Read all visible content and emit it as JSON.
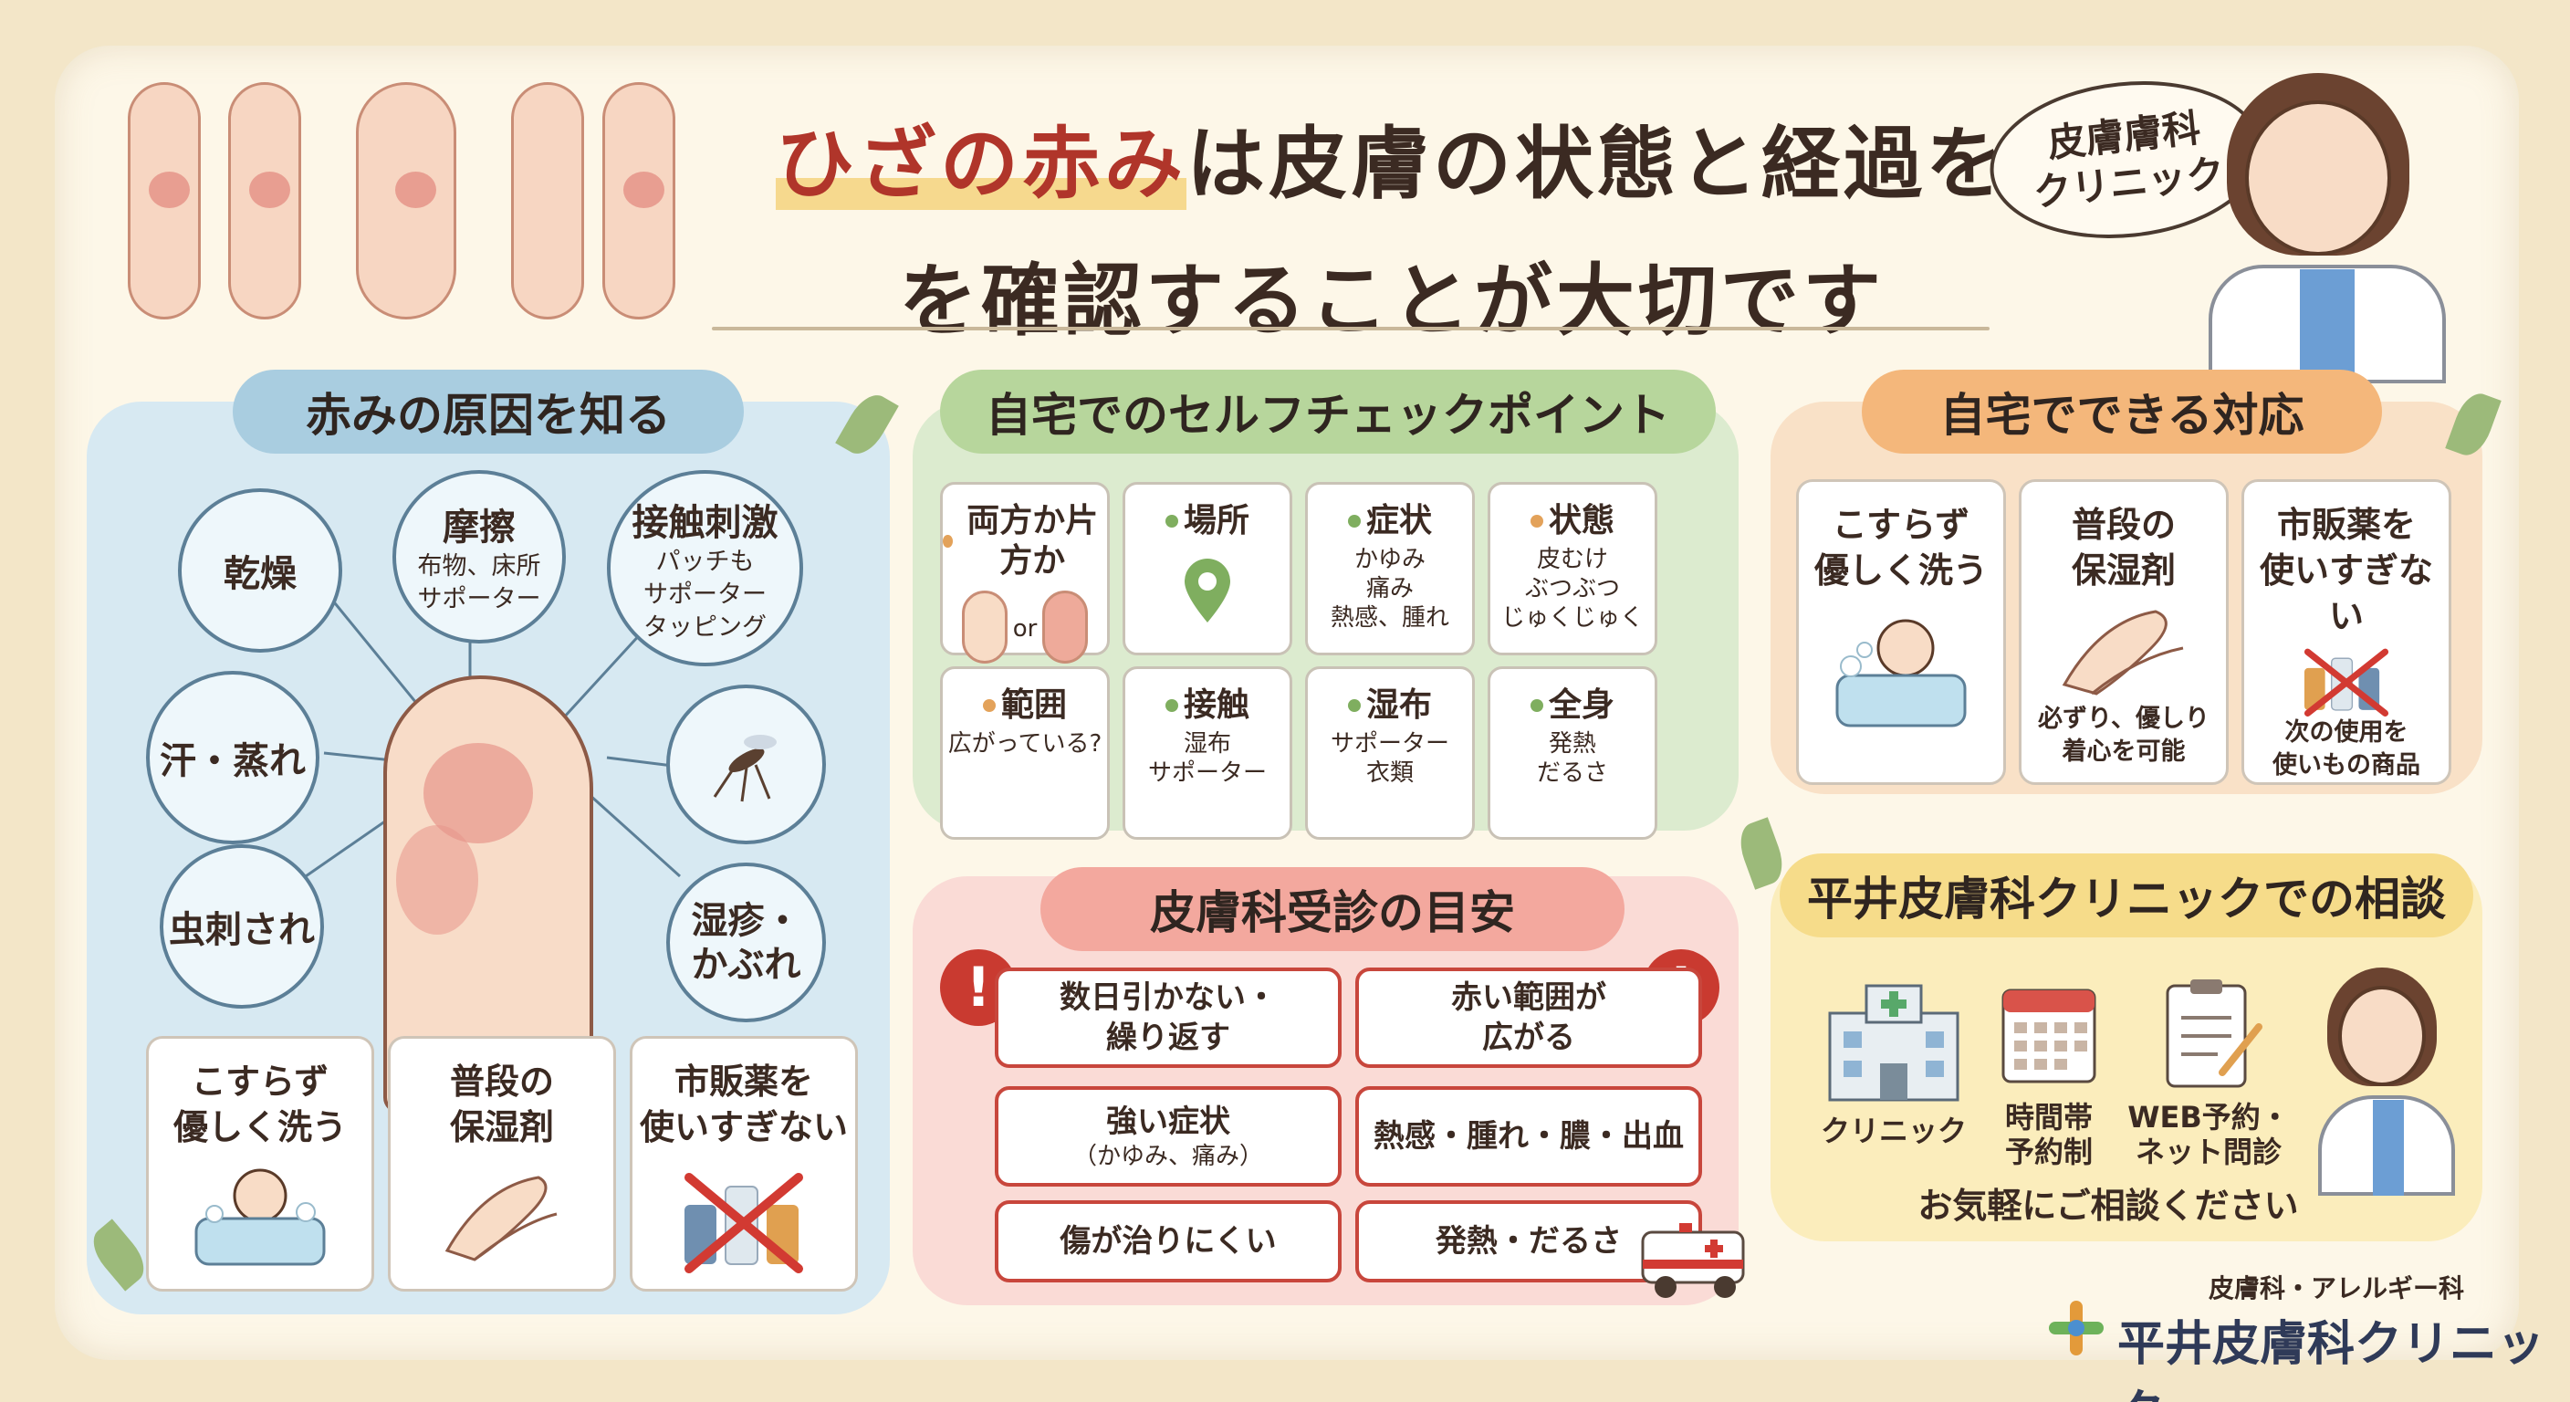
{
  "header": {
    "title_highlight": "ひざの赤み",
    "title_line1_rest": "は皮膚の状態と経過を",
    "title_line2": "を確認することが大切です",
    "bubble_line1": "皮膚膚科",
    "bubble_line2": "クリニック"
  },
  "causes": {
    "title": "赤みの原因を知る",
    "items": [
      {
        "main": "乾燥",
        "sub": ""
      },
      {
        "main": "摩擦",
        "sub": "布物、床所\nサポーター"
      },
      {
        "main": "接触刺激",
        "sub": "パッチも\nサポーター\nタッピング"
      },
      {
        "main": "汗・蒸れ",
        "sub": ""
      },
      {
        "main": "虫刺され",
        "sub": ""
      },
      {
        "main": "湿疹・\nかぶれ",
        "sub": ""
      }
    ],
    "cards": [
      {
        "title": "こすらず\n優しく洗う"
      },
      {
        "title": "普段の\n保湿剤"
      },
      {
        "title": "市販薬を\n使いすぎない"
      }
    ]
  },
  "self_check": {
    "title": "自宅でのセルフチェックポイント",
    "items": [
      {
        "title": "両方か片方か",
        "sub": "or",
        "dot": "o"
      },
      {
        "title": "場所",
        "sub": "",
        "dot": "g"
      },
      {
        "title": "症状",
        "sub": "かゆみ\n痛み\n熱感、腫れ",
        "dot": "g"
      },
      {
        "title": "状態",
        "sub": "皮むけ\nぶつぶつ\nじゅくじゅく",
        "dot": "o"
      },
      {
        "title": "範囲",
        "sub": "広がっている?",
        "dot": "o"
      },
      {
        "title": "接触",
        "sub": "湿布\nサポーター",
        "dot": "g"
      },
      {
        "title": "湿布",
        "sub": "サポーター\n衣類",
        "dot": "g"
      },
      {
        "title": "全身",
        "sub": "発熱\nだるさ",
        "dot": "g"
      }
    ]
  },
  "visit": {
    "title": "皮膚科受診の目安",
    "items": [
      {
        "main": "数日引かない・\n繰り返す",
        "sub": ""
      },
      {
        "main": "赤い範囲が\n広がる",
        "sub": ""
      },
      {
        "main": "強い症状",
        "sub": "（かゆみ、痛み）"
      },
      {
        "main": "熱感・腫れ・膿・出血",
        "sub": ""
      },
      {
        "main": "傷が治りにくい",
        "sub": ""
      },
      {
        "main": "発熱・だるさ",
        "sub": ""
      }
    ],
    "warn_mark": "!"
  },
  "home_care": {
    "title": "自宅でできる対応",
    "cards": [
      {
        "title": "こすらず\n優しく洗う",
        "sub": ""
      },
      {
        "title": "普段の\n保湿剤",
        "sub": "必ずり、優しり\n着心を可能"
      },
      {
        "title": "市販薬を\n使いすぎない",
        "sub": "次の使用を\n使いもの商品"
      }
    ]
  },
  "consult": {
    "title": "平井皮膚科クリニックでの相談",
    "items": [
      {
        "label": "クリニック"
      },
      {
        "label": "時間帯\n予約制"
      },
      {
        "label": "WEB予約・\nネット問診"
      }
    ],
    "note": "お気軽にご相談ください"
  },
  "footer": {
    "specialty": "皮膚科・アレルギー科",
    "clinic_name": "平井皮膚科クリニック"
  },
  "colors": {
    "accent_red": "#c93a30",
    "cause_blue": "#d7e9f2",
    "check_green": "#dcebcf",
    "visit_pink": "#fadbd6",
    "care_orange": "#f9e1c7",
    "consult_yellow": "#fbedbc"
  }
}
